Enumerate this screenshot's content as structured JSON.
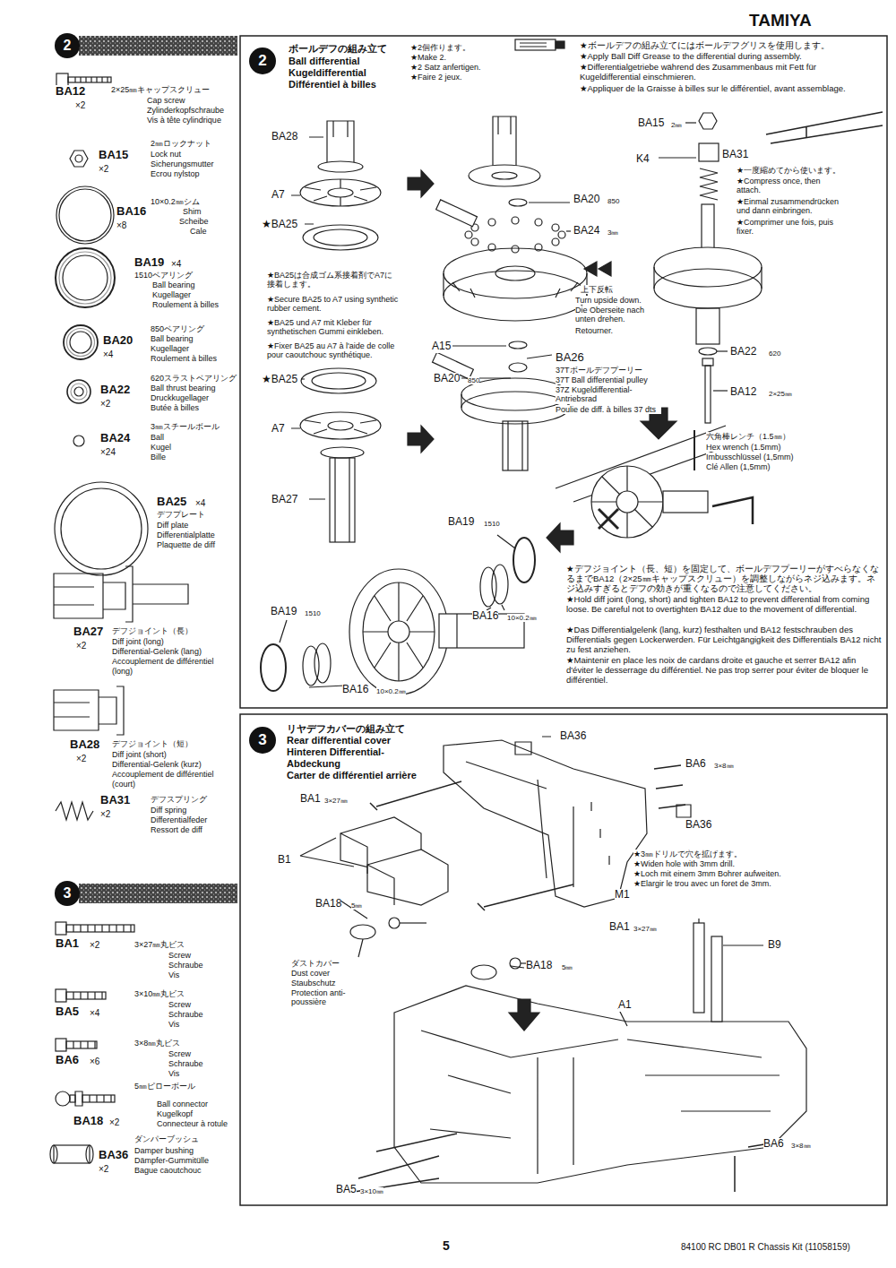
{
  "diagram": {
    "nodes": [
      {
        "text": [
          "2"
        ]
      },
      {
        "text": [
          "2"
        ]
      },
      {
        "text": [
          "3"
        ]
      },
      {
        "text": [
          "3"
        ]
      }
    ],
    "labels": [
      "TAMIYA",
      "BA12",
      "×2",
      "2×25㎜キャップスクリュー",
      "Cap screw",
      "Zylinderkopfschraube",
      "Vis à tête cylindrique",
      "2㎜ロックナット",
      "BA15",
      "Lock nut",
      "×2",
      "Sicherungsmutter",
      "Ecrou nylstop",
      "10×0.2㎜シム",
      "BA16",
      "Shim",
      "×8",
      "Scheibe",
      "Cale",
      "BA19",
      "×4",
      "1510ベアリング",
      "Ball bearing",
      "Kugellager",
      "Roulement à billes",
      "850ベアリング",
      "BA20",
      "Ball bearing",
      "Kugellager",
      "×4",
      "Roulement à billes",
      "620スラストベアリング",
      "BA22",
      "Ball thrust bearing",
      "×2",
      "Druckkugellager",
      "Butée à billes",
      "3㎜スチールボール",
      "BA24",
      "Ball",
      "×24",
      "Kugel",
      "Bille",
      "BA25",
      "×4",
      "デフプレート",
      "Diff plate",
      "Differentialplatte",
      "Plaquette de diff",
      "BA27",
      "デフジョイント（長）",
      "×2",
      "Diff joint (long)",
      "Differential-Gelenk (lang)",
      "Accouplement de différentiel",
      "(long)",
      "BA28",
      "デフジョイント（短）",
      "×2",
      "Diff joint (short)",
      "Differential-Gelenk (kurz)",
      "Accouplement de différentiel",
      "(court)",
      "BA31",
      "デフスプリング",
      "×2",
      "Diff spring",
      "Differentialfeder",
      "Ressort de diff",
      "BA1",
      "×2",
      "3×27㎜丸ビス",
      "Screw",
      "Schraube",
      "Vis",
      "3×10㎜丸ビス",
      "BA5",
      "×4",
      "Screw",
      "Schraube",
      "Vis",
      "3×8㎜丸ビス",
      "BA6",
      "×6",
      "Screw",
      "Schraube",
      "Vis",
      "5㎜ピローボール",
      "Ball connector",
      "Kugelkopf",
      "BA18",
      "×2",
      "Connecteur à rotule",
      "ダンパーブッシュ",
      "BA36",
      "Damper bushing",
      "×2",
      "Dämpfer-Gummitülle",
      "Bague caoutchouc",
      "ボールデフの組み立て",
      "Ball differential",
      "Kugeldifferential",
      "Différentiel à billes",
      "★2個作ります。",
      "★Make 2.",
      "★2 Satz anfertigen.",
      "★Faire 2 jeux.",
      "★ボールデフの組み立てにはボールデフグリスを使用します。",
      "★Apply Ball Diff Grease to the differential during assembly.",
      "★Differentialgetriebe während des Zusammenbaus mit Fett für Kugeldifferential einschmieren.",
      "★Appliquer de la Graisse à billes sur le différentiel, avant assemblage.",
      "BA28",
      "A7",
      "★BA25",
      "★BA25は合成ゴム系接着剤でA7に接着します。",
      "★Secure BA25 to A7 using synthetic rubber cement.",
      "★BA25 und A7 mit Kleber für synthetischen Gummi einkleben.",
      "★Fixer BA25 au A7 à l'aide de colle pour caoutchouc synthétique.",
      "★BA25",
      "A7",
      "BA27",
      "BA20",
      "850",
      "BA24",
      "3㎜",
      "上下反転",
      "Turn upside down.",
      "Die Oberseite nach unten drehen.",
      "Retourner.",
      "A15",
      "BA26",
      "BA20",
      "850",
      "37Tボールデフプーリー",
      "37T Ball differential pulley",
      "37Z Kugeldifferential-Antriebsrad",
      "Poulie de diff. à billes 37 dts",
      "BA15",
      "2㎜",
      "K4",
      "BA31",
      "★一度縮めてから使います。",
      "★Compress once, then attach.",
      "★Einmal zusammendrücken und dann einbringen.",
      "★Comprimer une fois, puis fixer.",
      "BA22",
      "620",
      "BA12",
      "2×25㎜",
      "六角棒レンチ（1.5㎜）",
      "Hex wrench (1.5mm)",
      "Imbusschlüssel (1,5mm)",
      "Clé Allen (1,5mm)",
      "BA19",
      "1510",
      "BA19",
      "1510",
      "BA16",
      "10×0.2㎜",
      "BA16",
      "10×0.2㎜",
      "★デフジョイント（長、短）を固定して、ボールデフプーリーがすべらなくなるまでBA12（2×25㎜キャップスクリュー）を調整しながらネジ込みます。ネジ込みすぎるとデフの効きが重くなるので注意してください。",
      "★Hold diff joint (long, short) and tighten BA12 to prevent differential from coming loose. Be careful not to overtighten BA12 due to the movement of differential.",
      "★Das Differentialgelenk (lang, kurz) festhalten und BA12 festschrauben des Differentials gegen Lockerwerden. Für Leichtgängigkeit des Differentials BA12 nicht zu fest anziehen.",
      "★Maintenir en place les noix de cardans droite et gauche et serrer BA12 afin d'éviter le desserrage du différentiel. Ne pas trop serrer pour éviter de bloquer le différentiel.",
      "リヤデフカバーの組み立て",
      "Rear differential cover",
      "Hinteren Differential-Abdeckung",
      "Carter de différentiel arrière",
      "BA36",
      "BA6",
      "3×8㎜",
      "BA36",
      "BA1",
      "3×27㎜",
      "B1",
      "★3㎜ドリルで穴を拡げます。",
      "★Widen hole with 3mm drill.",
      "★Loch mit einem 3mm Bohrer aufweiten.",
      "★Elargir le trou avec un foret de 3mm.",
      "M1",
      "BA18",
      "5㎜",
      "BA1",
      "3×27㎜",
      "B9",
      "ダストカバー",
      "Dust cover",
      "Staubschutz",
      "Protection anti-poussière",
      "BA18",
      "5㎜",
      "A1",
      "BA6",
      "3×8㎜",
      "BA5",
      "3×10㎜",
      "5",
      "84100 RC DB01 R Chassis Kit (11058159)"
    ]
  }
}
